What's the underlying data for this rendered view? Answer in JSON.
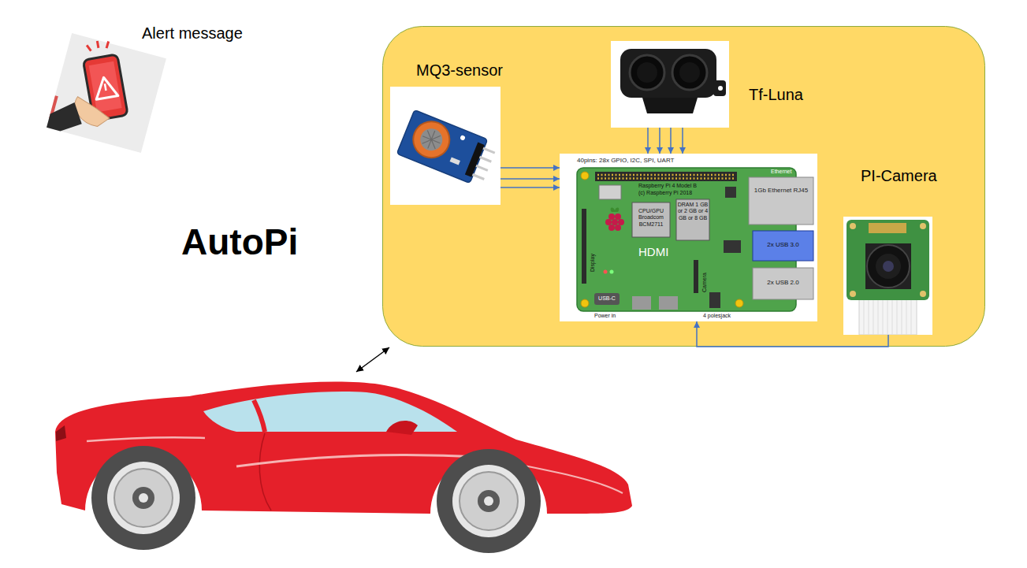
{
  "diagram": {
    "nodes": [
      {
        "text": [
          "AutoPi"
        ]
      },
      {
        "text": [
          "MQ3-sensor"
        ],
        "in": 0
      },
      {
        "text": [
          "Tf-Luna"
        ],
        "in": 0
      },
      {
        "text": [
          "40pins: 28x GPIO, I2C, SPI, UART",
          "Ethernet",
          "Raspberry Pi 4 Model B",
          "(c) Raspberry Pi 2018",
          "1Gb Ethernet RJ45",
          "CPU/GPU Broadcom BCM2711",
          "DRAM 1 GB or 2 GB or 4 GB or 8 GB",
          "2x USB 3.0",
          "2x USB 2.0",
          "HDMI",
          "Display",
          "Camera",
          "USB-C",
          "Power in",
          "4 polesjack"
        ],
        "in": 0
      },
      {
        "text": [
          "PI-Camera"
        ],
        "in": 0
      }
    ],
    "edges": [
      {
        "from": 1,
        "to": 3,
        "arrow": "to"
      },
      {
        "from": 1,
        "to": 3,
        "arrow": "to"
      },
      {
        "from": 1,
        "to": 3,
        "arrow": "to"
      },
      {
        "from": 2,
        "to": 3,
        "arrow": "to"
      },
      {
        "from": 2,
        "to": 3,
        "arrow": "to"
      },
      {
        "from": 2,
        "to": 3,
        "arrow": "to"
      },
      {
        "from": 2,
        "to": 3,
        "arrow": "to"
      },
      {
        "from": 4,
        "to": 3,
        "arrow": "to"
      }
    ],
    "labels": [
      "Alert message"
    ]
  }
}
